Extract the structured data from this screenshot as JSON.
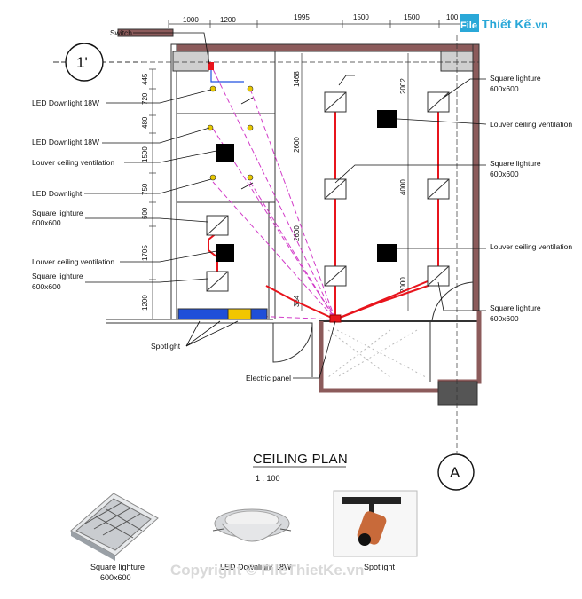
{
  "watermark_logo": {
    "word1": "File",
    "word2": "Thiết Kế",
    "suffix": ".vn"
  },
  "watermark_footer": "Copyright © FileThietKe.vn",
  "title": "CEILING PLAN",
  "scale": "1 : 100",
  "grid_labels": {
    "row_left": "1'",
    "col_bottom": "A"
  },
  "top_dimensions": [
    "1000",
    "1200",
    "1995",
    "1500",
    "1500",
    "100"
  ],
  "left_dimensions": [
    "445",
    "720",
    "480",
    "1500",
    "750",
    "600",
    "1705",
    "1200"
  ],
  "inner_dimensions": [
    "1468",
    "2600",
    "2600",
    "334",
    "2002",
    "4000",
    "2000"
  ],
  "labels": {
    "switch": "Switch",
    "led_18w_1": "LED Downlight 18W",
    "led_18w_2": "LED Downlight 18W",
    "louver_1": "Louver ceiling ventilation",
    "led_1": "LED Downlight",
    "square_left_1": [
      "Square lighture",
      "600x600"
    ],
    "louver_2": "Louver ceiling ventilation",
    "square_left_2": [
      "Square lighture",
      "600x600"
    ],
    "spotlight": "Spotlight",
    "electric_panel": "Electric panel",
    "square_right_1": [
      "Square lighture",
      "600x600"
    ],
    "louver_right_1": "Louver ceiling ventilation",
    "square_right_2": [
      "Square lighture",
      "600x600"
    ],
    "louver_right_2": "Louver ceiling ventilation",
    "square_right_3": [
      "Square lighture",
      "600x600"
    ]
  },
  "legend": {
    "square": [
      "Square lighture",
      "600x600"
    ],
    "downlight": "LED Downlight 18W",
    "spotlight": "Spotlight"
  },
  "colors": {
    "wiring": "#e8141c",
    "wiring_dashed": "#d23cc8",
    "wall": "#6b3b3b",
    "logo": "#2aa8d8",
    "louver": "#000000"
  }
}
